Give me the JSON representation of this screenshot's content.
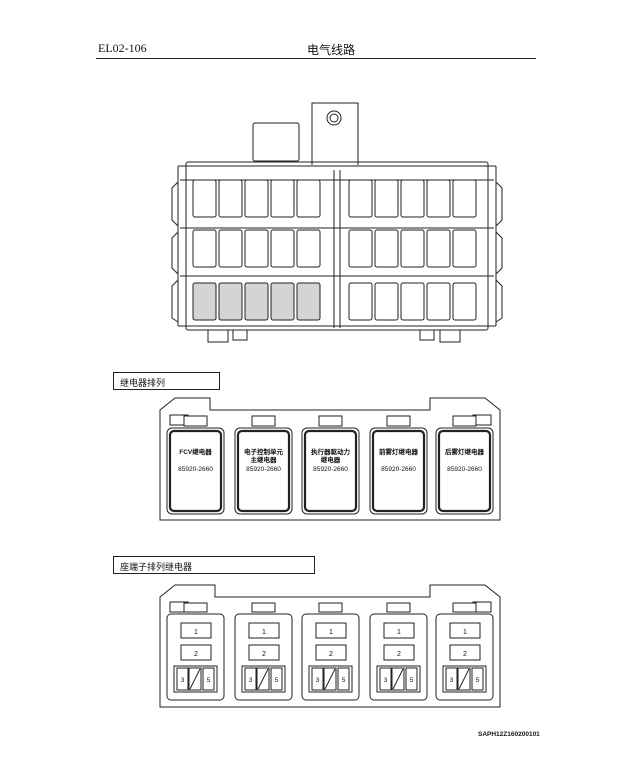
{
  "header": {
    "code": "EL02-106",
    "title": "电气线路"
  },
  "sections": {
    "relay_layout_label": "继电器排列",
    "terminal_layout_label": "座端子排列继电器"
  },
  "relays": [
    {
      "name": "FCV继电器",
      "part": "85920-2660"
    },
    {
      "name": "电子控制单元\n主继电器",
      "part": "85920-2660"
    },
    {
      "name": "执行器驱动力\n继电器",
      "part": "85920-2660"
    },
    {
      "name": "前雾灯继电器",
      "part": "85920-2660"
    },
    {
      "name": "后雾灯继电器",
      "part": "85920-2660"
    }
  ],
  "terminals": {
    "t1": "1",
    "t2": "2",
    "t3": "3",
    "t5": "5"
  },
  "footer": {
    "code": "SAPH12Z160200101"
  },
  "colors": {
    "highlight": "#d4d4d4",
    "line": "#222222"
  }
}
